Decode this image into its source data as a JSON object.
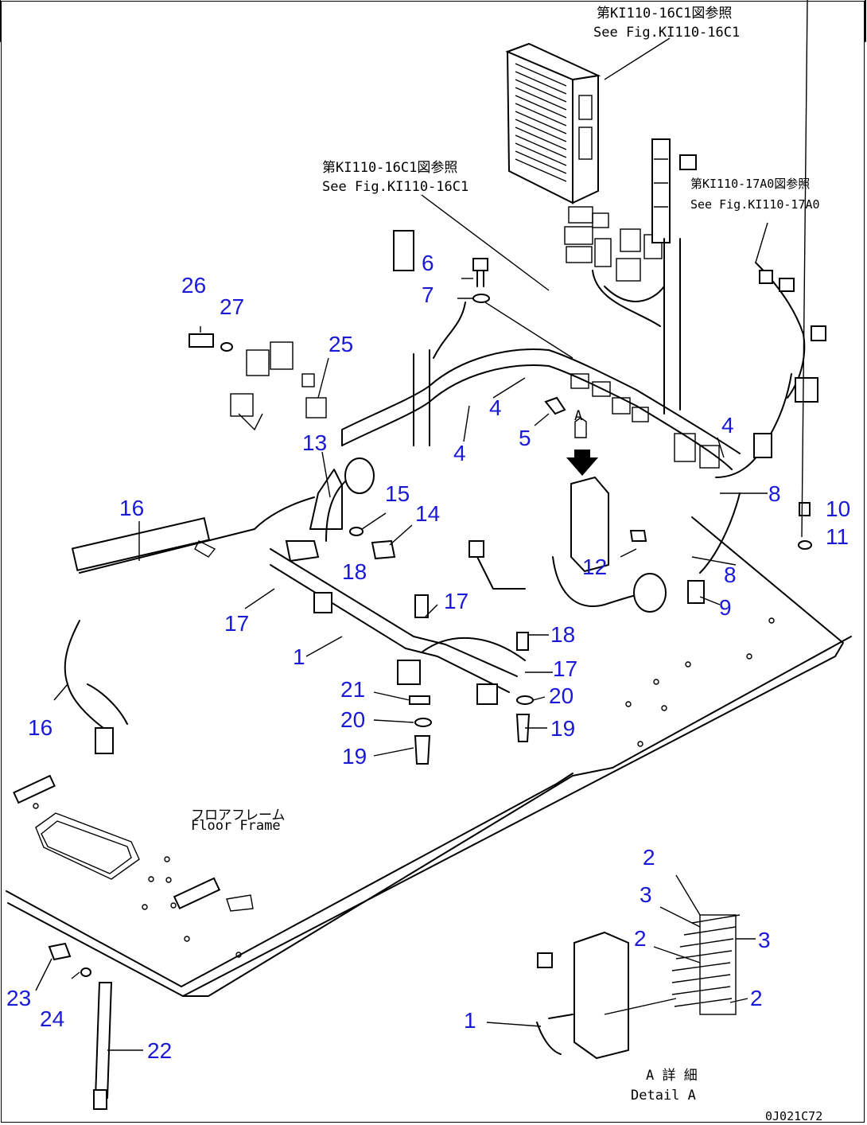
{
  "references": {
    "top_jp": "第KI110-16C1図参照",
    "top_en": "See Fig.KI110-16C1",
    "mid_jp": "第KI110-16C1図参照",
    "mid_en": "See Fig.KI110-16C1",
    "right_jp": "第KI110-17A0図参照",
    "right_en": "See Fig.KI110-17A0"
  },
  "floor_frame": {
    "jp": "フロアフレーム",
    "en": "Floor Frame"
  },
  "detail": {
    "jp": "A 詳 細",
    "en": "Detail A",
    "arrow_label": "A"
  },
  "drawing_code": "0J021C72",
  "labels": [
    {
      "id": "l6",
      "text": "6"
    },
    {
      "id": "l7",
      "text": "7"
    },
    {
      "id": "l26",
      "text": "26"
    },
    {
      "id": "l27",
      "text": "27"
    },
    {
      "id": "l25",
      "text": "25"
    },
    {
      "id": "l4a",
      "text": "4"
    },
    {
      "id": "l4b",
      "text": "4"
    },
    {
      "id": "l4c",
      "text": "4"
    },
    {
      "id": "l5",
      "text": "5"
    },
    {
      "id": "l13",
      "text": "13"
    },
    {
      "id": "l16a",
      "text": "16"
    },
    {
      "id": "l15",
      "text": "15"
    },
    {
      "id": "l14",
      "text": "14"
    },
    {
      "id": "l8a",
      "text": "8"
    },
    {
      "id": "l10",
      "text": "10"
    },
    {
      "id": "l11",
      "text": "11"
    },
    {
      "id": "l12",
      "text": "12"
    },
    {
      "id": "l8b",
      "text": "8"
    },
    {
      "id": "l9",
      "text": "9"
    },
    {
      "id": "l18a",
      "text": "18"
    },
    {
      "id": "l17a",
      "text": "17"
    },
    {
      "id": "l17b",
      "text": "17"
    },
    {
      "id": "l18b",
      "text": "18"
    },
    {
      "id": "l1a",
      "text": "1"
    },
    {
      "id": "l17c",
      "text": "17"
    },
    {
      "id": "l21",
      "text": "21"
    },
    {
      "id": "l20a",
      "text": "20"
    },
    {
      "id": "l16b",
      "text": "16"
    },
    {
      "id": "l20b",
      "text": "20"
    },
    {
      "id": "l19a",
      "text": "19"
    },
    {
      "id": "l19b",
      "text": "19"
    },
    {
      "id": "l2a",
      "text": "2"
    },
    {
      "id": "l3a",
      "text": "3"
    },
    {
      "id": "l3b",
      "text": "3"
    },
    {
      "id": "l2b",
      "text": "2"
    },
    {
      "id": "l2c",
      "text": "2"
    },
    {
      "id": "l23",
      "text": "23"
    },
    {
      "id": "l24",
      "text": "24"
    },
    {
      "id": "l1b",
      "text": "1"
    },
    {
      "id": "l22",
      "text": "22"
    }
  ]
}
